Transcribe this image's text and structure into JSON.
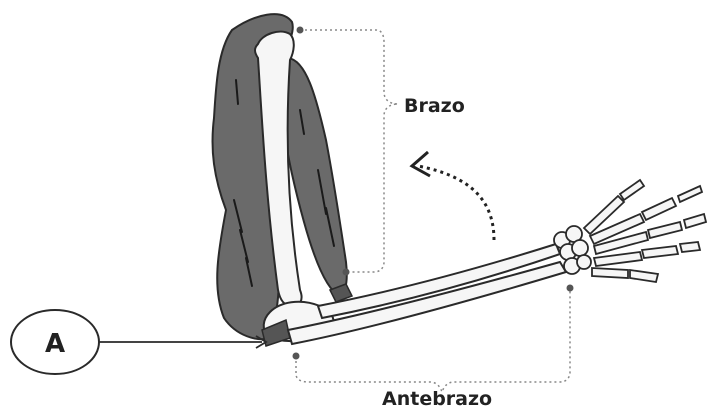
{
  "labels": {
    "upper_arm": "Brazo",
    "forearm": "Antebrazo",
    "marker": "A"
  },
  "colors": {
    "muscle": "#6a6a6a",
    "bone": "#f6f6f6",
    "outline": "#2a2a2a",
    "dots": "#555555"
  }
}
